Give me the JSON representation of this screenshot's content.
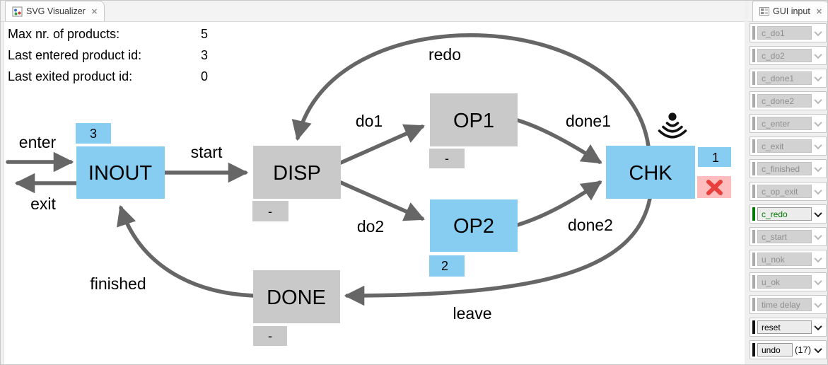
{
  "window": {
    "left_tab": {
      "title": "SVG Visualizer"
    },
    "right_tab": {
      "title": "GUI input"
    }
  },
  "icons": {
    "close_glyph": "✕",
    "left_tab_icon": "svg-image-file-icon",
    "right_tab_icon": "grid-layout-icon",
    "chk_signal": "signal-waves-icon",
    "chk_error": "red-x-icon"
  },
  "info": {
    "rows": [
      {
        "label": "Max nr. of products:",
        "value": "5"
      },
      {
        "label": "Last entered product id:",
        "value": "3"
      },
      {
        "label": "Last exited product id:",
        "value": "0"
      }
    ]
  },
  "diagram": {
    "nodes": [
      {
        "name": "INOUT",
        "badge": "3",
        "state": "active"
      },
      {
        "name": "DISP",
        "badge": "-",
        "state": "idle"
      },
      {
        "name": "OP1",
        "badge": "-",
        "state": "idle"
      },
      {
        "name": "OP2",
        "badge": "2",
        "state": "active"
      },
      {
        "name": "CHK",
        "badge": "1",
        "state": "active",
        "error": true,
        "signal": true
      },
      {
        "name": "DONE",
        "badge": "-",
        "state": "idle"
      }
    ],
    "edges": [
      {
        "label": "enter"
      },
      {
        "label": "exit"
      },
      {
        "label": "start"
      },
      {
        "label": "do1"
      },
      {
        "label": "do2"
      },
      {
        "label": "done1"
      },
      {
        "label": "done2"
      },
      {
        "label": "redo"
      },
      {
        "label": "leave"
      },
      {
        "label": "finished"
      }
    ],
    "colors": {
      "active_fill": "#87CDF1",
      "idle_fill": "#C9C9C9",
      "arrow": "#666666",
      "error_bg": "#FFBDBD",
      "error_x": "#E8403C",
      "signal": "#111111"
    }
  },
  "gui_input": {
    "rows": [
      {
        "label": "c_do1",
        "enabled": false
      },
      {
        "label": "c_do2",
        "enabled": false
      },
      {
        "label": "c_done1",
        "enabled": false
      },
      {
        "label": "c_done2",
        "enabled": false
      },
      {
        "label": "c_enter",
        "enabled": false
      },
      {
        "label": "c_exit",
        "enabled": false
      },
      {
        "label": "c_finished",
        "enabled": false
      },
      {
        "label": "c_op_exit",
        "enabled": false
      },
      {
        "label": "c_redo",
        "enabled": true,
        "accent": "#008000"
      },
      {
        "label": "c_start",
        "enabled": false
      },
      {
        "label": "u_nok",
        "enabled": false
      },
      {
        "label": "u_ok",
        "enabled": false
      },
      {
        "label": "time delay",
        "enabled": false
      },
      {
        "label": "reset",
        "enabled": true,
        "accent": "#000000"
      },
      {
        "label": "undo",
        "enabled": true,
        "accent": "#000000",
        "count": "(17)"
      }
    ]
  }
}
